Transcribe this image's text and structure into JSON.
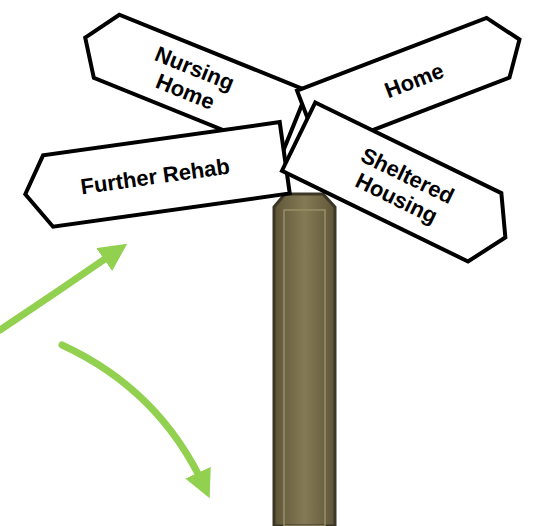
{
  "diagram": {
    "nodes": [
      {
        "text": [
          "Nursing Home"
        ]
      },
      {
        "text": [
          "Home"
        ]
      },
      {
        "text": [
          "Further Rehab"
        ]
      },
      {
        "text": [
          "Sheltered Housing"
        ]
      }
    ]
  }
}
